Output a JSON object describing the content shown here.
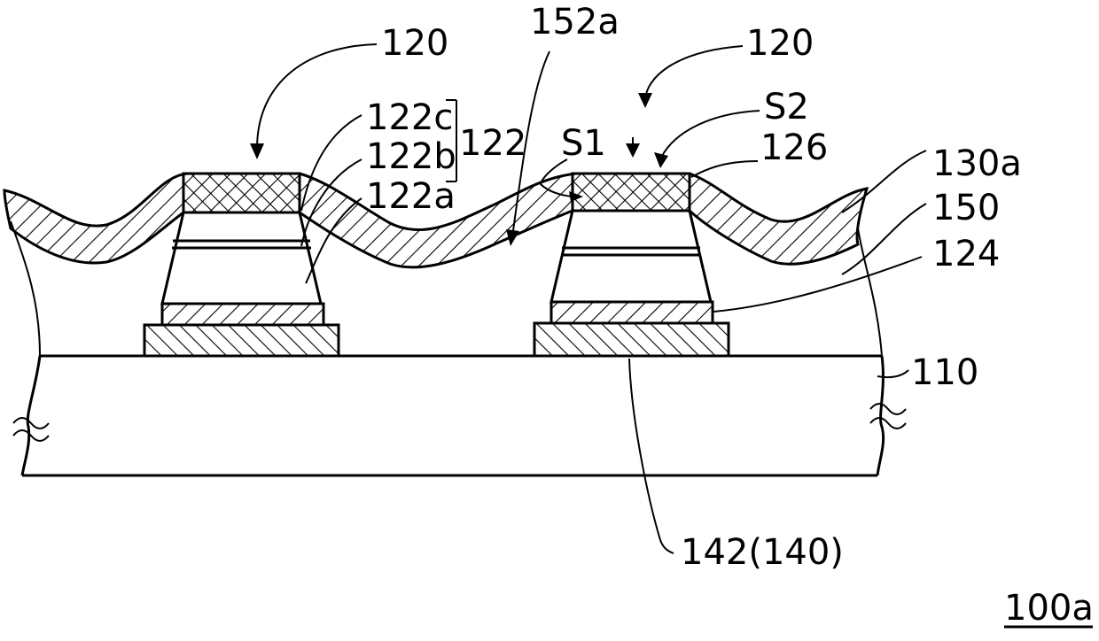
{
  "figure_id": "100a",
  "labels": {
    "l120_left": "120",
    "l152a": "152a",
    "l120_right": "120",
    "l122c": "122c",
    "l122b": "122b",
    "l122a": "122a",
    "l122": "122",
    "lS1": "S1",
    "lS2": "S2",
    "l126": "126",
    "l130a": "130a",
    "l150": "150",
    "l124": "124",
    "l110": "110",
    "l142": "142(140)"
  }
}
